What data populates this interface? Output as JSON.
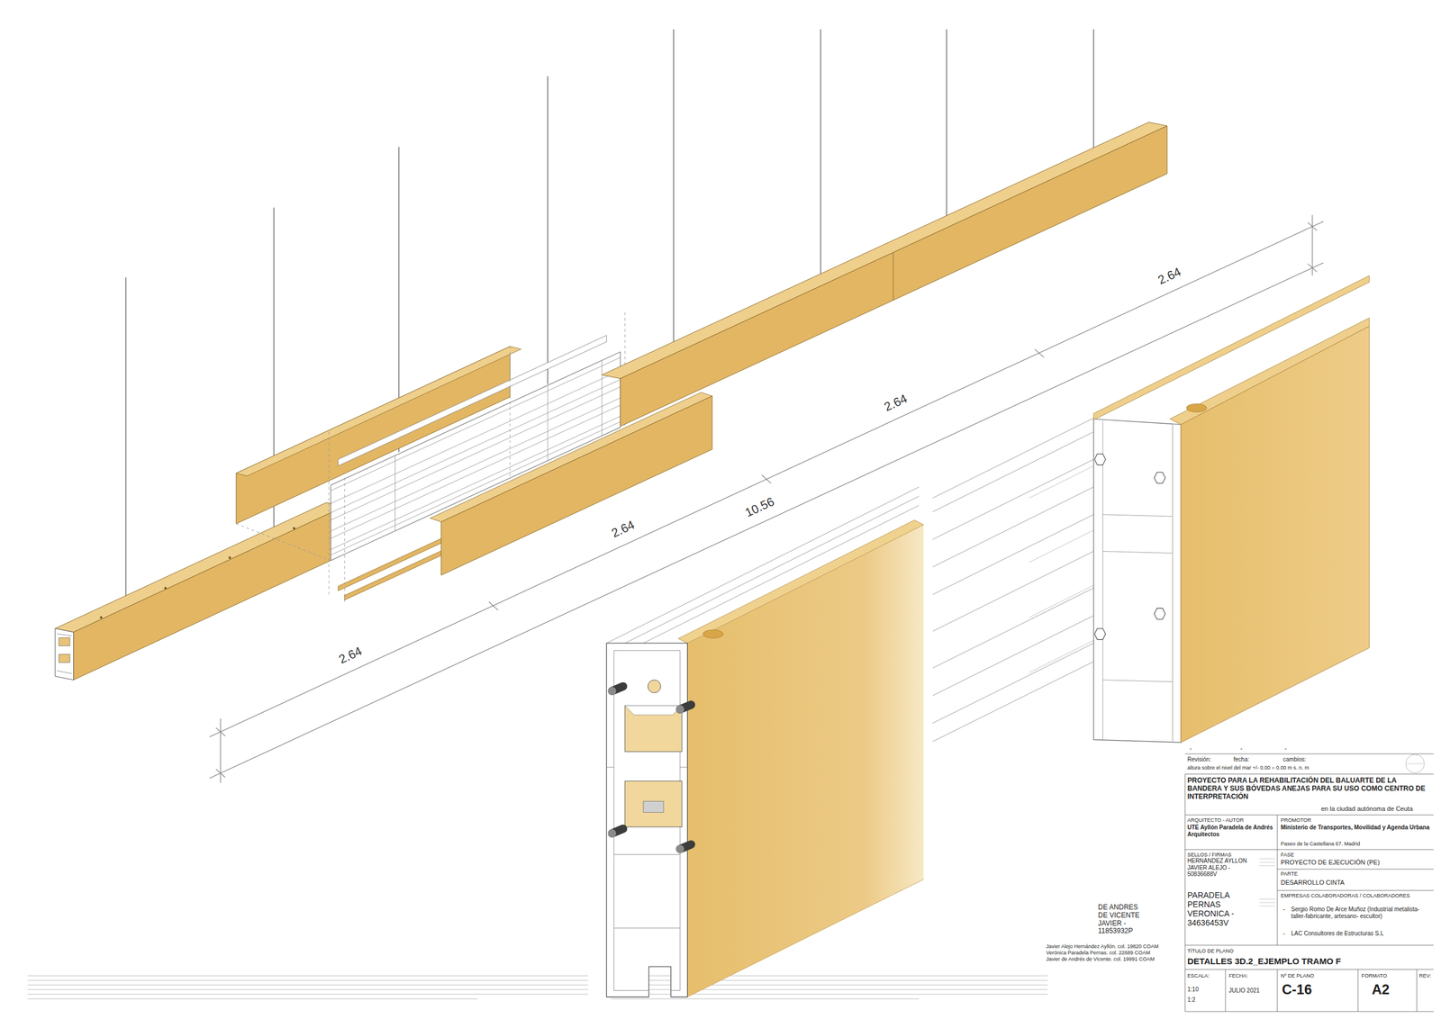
{
  "diagram": {
    "title": "DETALLES 3D.2_EJEMPLO TRAMO F",
    "labels": [
      "2.64",
      "2.64",
      "10.56",
      "2.64",
      "2.64",
      "-",
      "-",
      "-",
      "Revisión:",
      "fecha:",
      "cambios:",
      "altura sobre el nivel del mar +/- 0.00 = 0.00 m s. n. m",
      "PROYECTO PARA LA REHABILITACIÓN DEL BALUARTE DE LA BANDERA Y SUS BÓVEDAS ANEJAS PARA SU USO COMO CENTRO DE INTERPRETACIÓN",
      "en la ciudad autónoma de Ceuta",
      "ARQUITECTO - AUTOR",
      "UTE Ayllón Paradela de Andrés Arquitectos",
      "PROMOTOR",
      "Ministerio de Transportes, Movilidad y Agenda Urbana",
      "Paseo de la Castellana 67. Madrid",
      "SELLOS / FIRMAS",
      "FASE",
      "PROYECTO DE EJECUCIÓN (PE)",
      "PARTE",
      "DESARROLLO CINTA",
      "EMPRESAS COLABORADORAS / COLABORADORES",
      "-",
      "Sergio Romo De Arce Muñoz (Industrial metalista-taller-fabricante, artesano- escultor)",
      "-",
      "LAC Consultores de Estructuras S.L",
      "HERNANDEZ AYLLON JAVIER ALEJO - 50836688V",
      "PARADELA PERNAS VERONICA - 34636453V",
      "DE ANDRES DE VICENTE JAVIER - 11853932P",
      "Javier Alejo Hernández Ayllón. col. 19820 COAM",
      "Verónica Paradela Pernas. col. 22689 COAM",
      "Javier de Andrés de Vicente. col. 19991 COAM",
      "TÍTULO DE PLANO",
      "ESCALA:",
      "FECHA:",
      "Nº DE PLANO",
      "FORMATO",
      "REV:",
      "1:10",
      "1:2",
      "JULIO 2021",
      "C-16",
      "A2"
    ]
  }
}
